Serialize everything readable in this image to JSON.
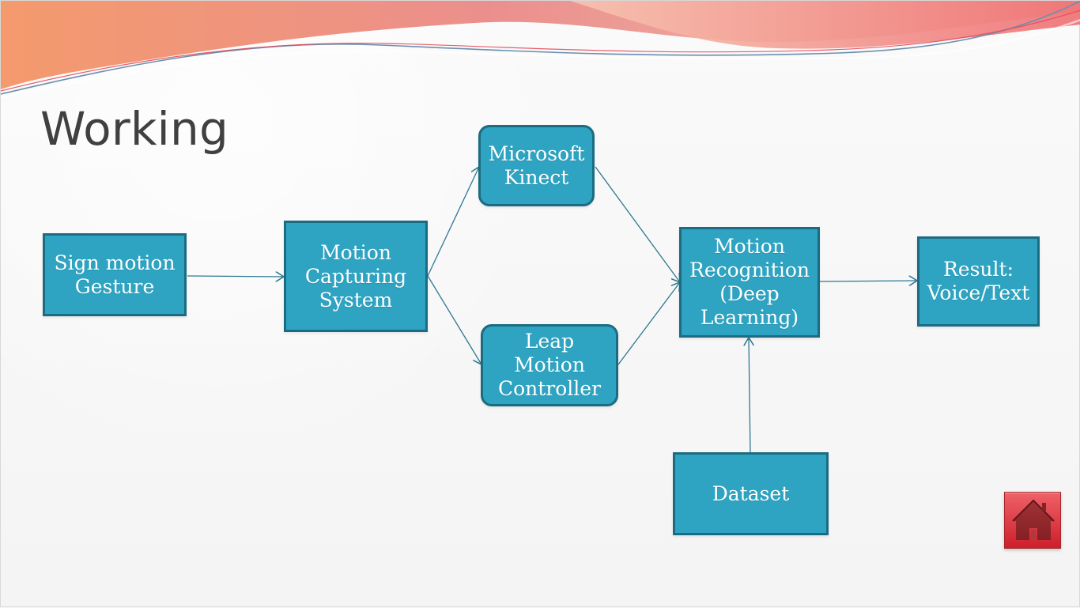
{
  "slide": {
    "title": "Working"
  },
  "diagram": {
    "nodes": {
      "sign_motion_gesture": "Sign motion\nGesture",
      "motion_capturing_system": "Motion\nCapturing\nSystem",
      "microsoft_kinect": "Microsoft\nKinect",
      "leap_motion_controller": "Leap Motion\nController",
      "motion_recognition": "Motion\nRecognition\n(Deep\nLearning)",
      "result": "Result:\nVoice/Text",
      "dataset": "Dataset"
    }
  },
  "ui": {
    "home_icon": "home-icon",
    "accent_color": "#2ea4c2",
    "border_color": "#1b6c82",
    "home_color": "#d9363e"
  }
}
